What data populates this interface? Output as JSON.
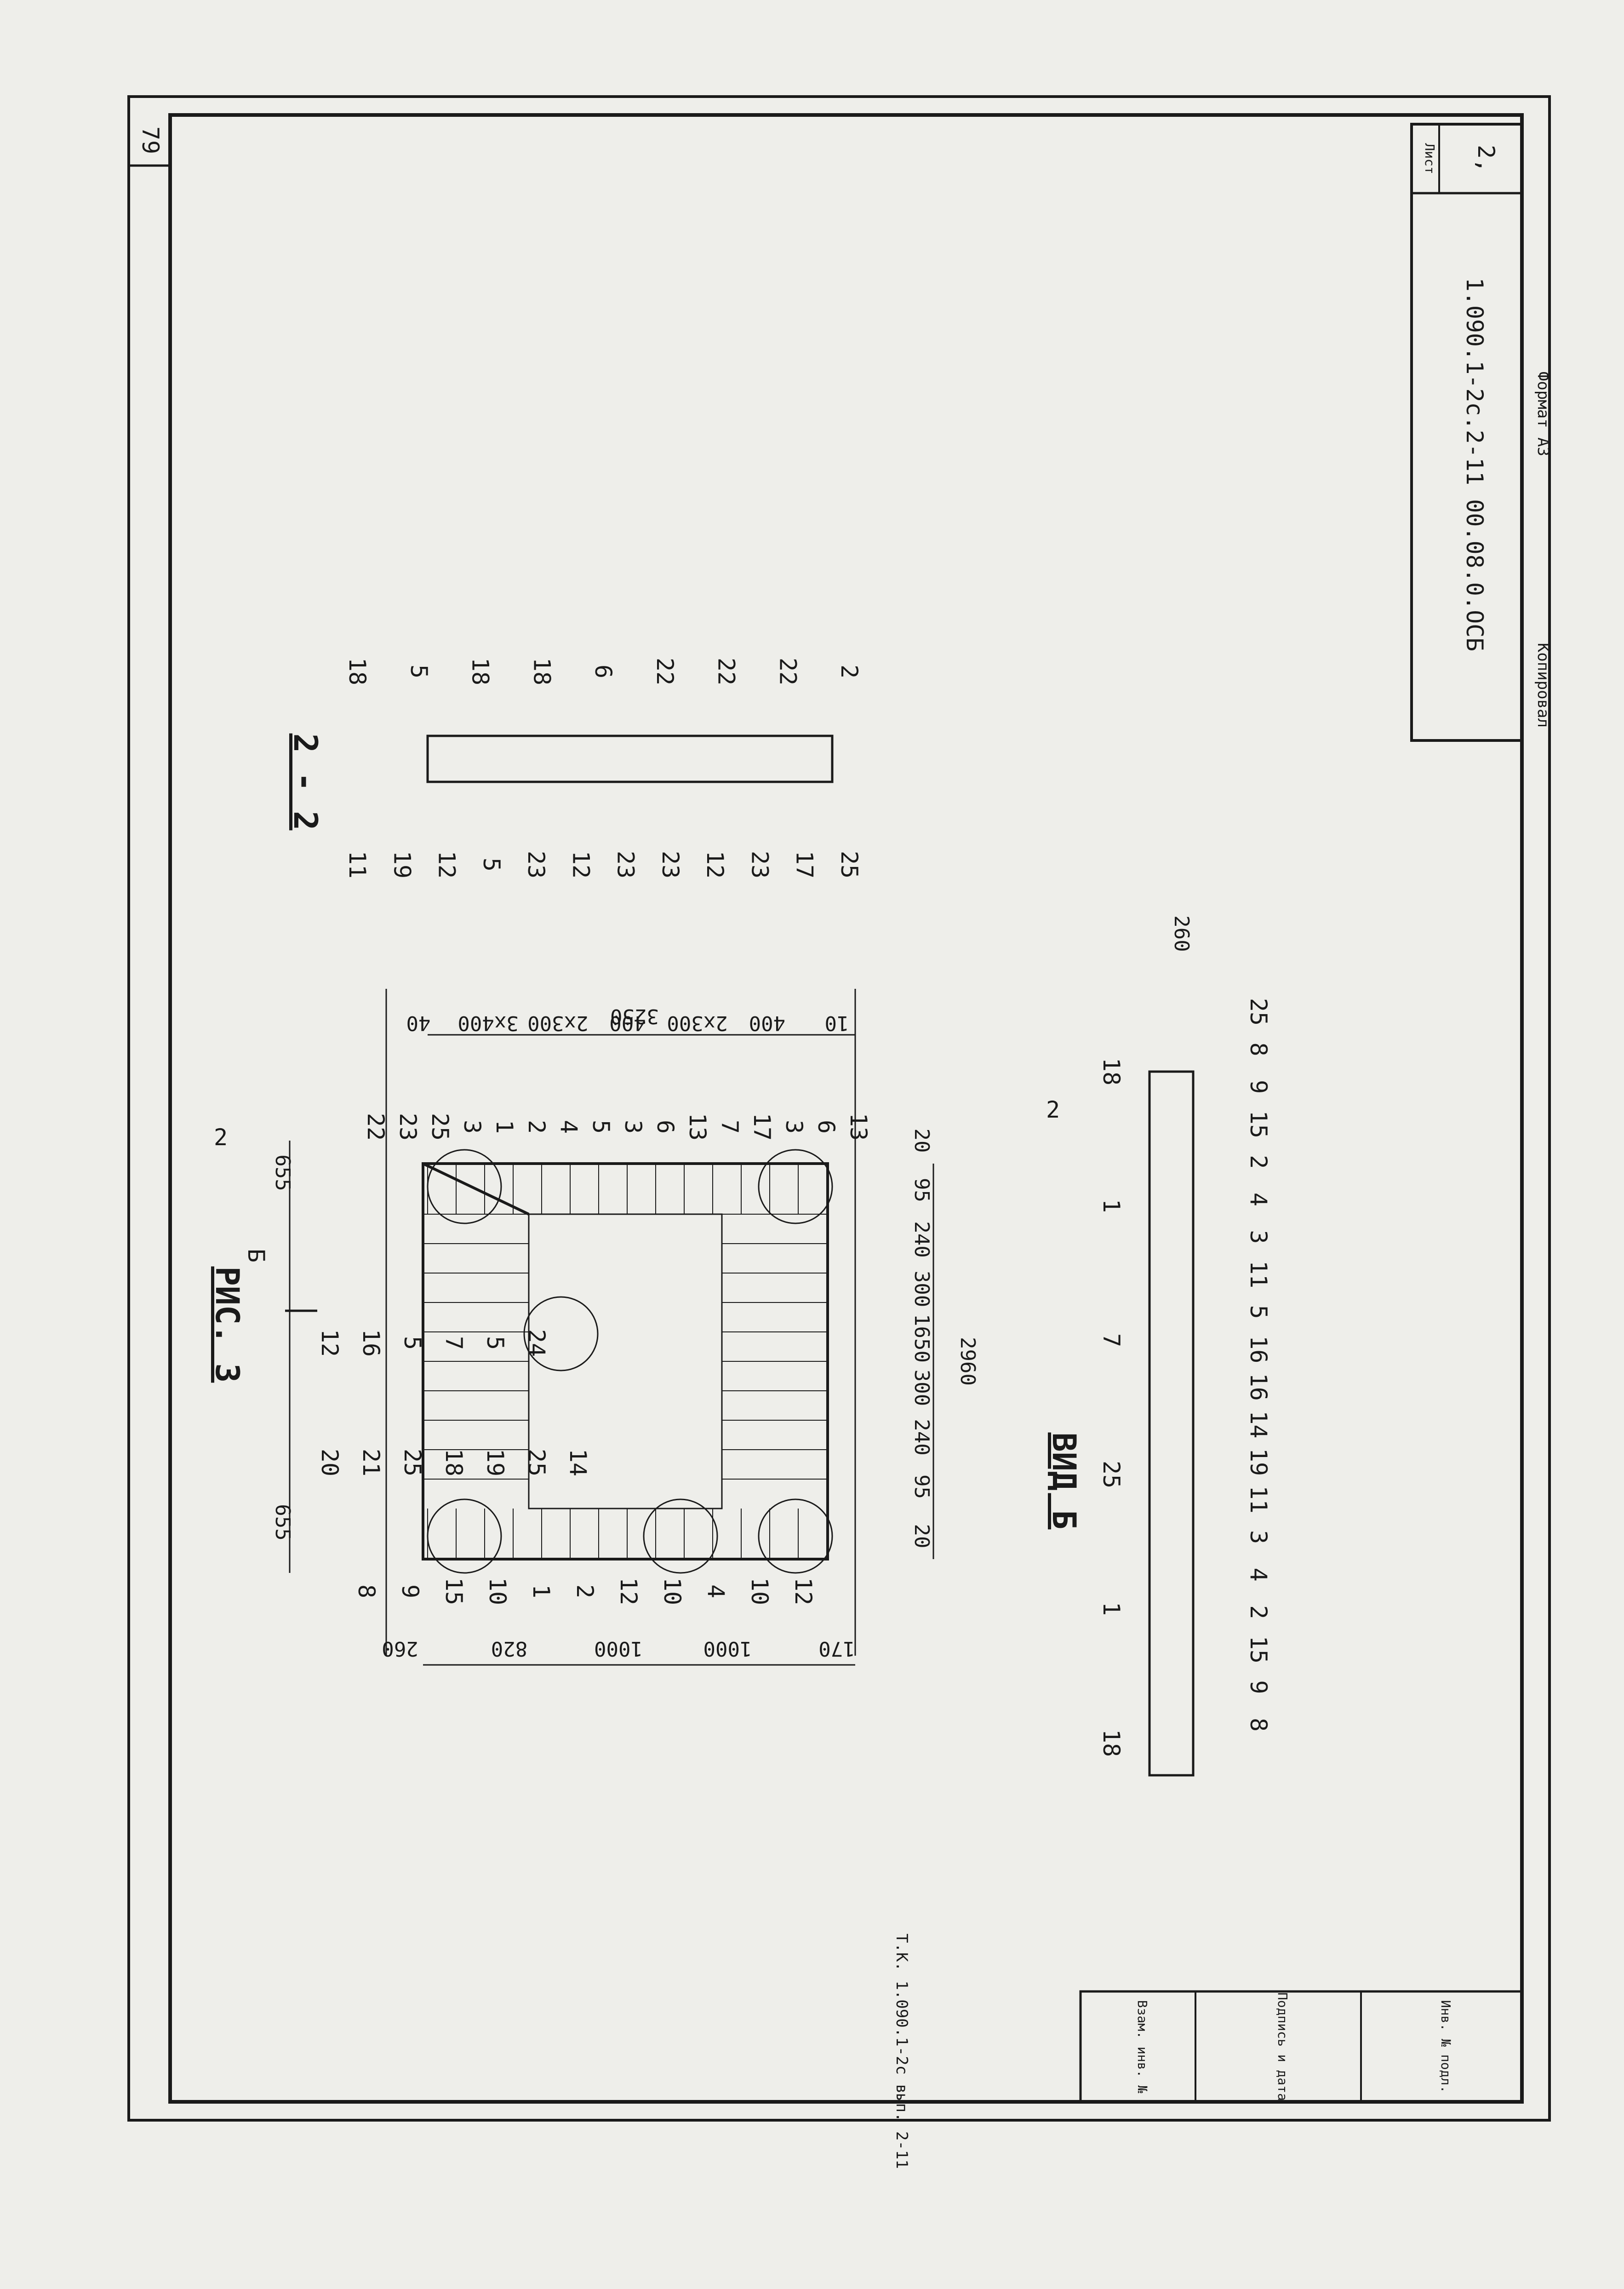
{
  "sheet": {
    "page_number": "79",
    "doc_code": "1.090.1-2с.2-11 00.08.0.ОСБ",
    "sheet_label": "Лист",
    "sheet_number": "2,",
    "copied_label": "Копировал",
    "format_label": "Формат А3",
    "series_note": "Т.К. 1.090.1-2с вып. 2-11",
    "stamp": {
      "inv_orig": "Инв. № подл.",
      "signature_date": "Подпись и дата",
      "inv_swap": "Взам. инв. №"
    }
  },
  "fig": {
    "title": "РИС. 3",
    "view_arrow": "Б",
    "section_mark": "2",
    "dims_top": [
      "260",
      "820",
      "1000",
      "1000",
      "170"
    ],
    "dims_bottom": [
      "40",
      "3х400",
      "2х300",
      "400",
      "2х300",
      "400",
      "10"
    ],
    "overall_bottom": "3250",
    "dims_right": [
      "20",
      "95",
      "240",
      "300",
      "1650",
      "300",
      "240",
      "95",
      "20"
    ],
    "overall_right": "2960",
    "dims_left": [
      "655",
      "655"
    ],
    "callouts": [
      "8",
      "9",
      "15",
      "10",
      "1",
      "2",
      "12",
      "10",
      "4",
      "10",
      "12",
      "20",
      "21",
      "25",
      "18",
      "19",
      "25",
      "14",
      "12",
      "16",
      "5",
      "7",
      "5",
      "24",
      "22",
      "23",
      "25",
      "3",
      "1",
      "2",
      "4",
      "5",
      "3",
      "6",
      "13",
      "7",
      "17",
      "3",
      "6",
      "13"
    ]
  },
  "section22": {
    "title": "2 - 2",
    "callouts_top": [
      "18",
      "5",
      "18",
      "18",
      "6",
      "22",
      "22",
      "22",
      "2"
    ],
    "callouts_bottom": [
      "11",
      "19",
      "12",
      "5",
      "23",
      "12",
      "23",
      "23",
      "12",
      "23",
      "17",
      "25"
    ]
  },
  "viewB": {
    "title": "ВИД Б",
    "dim": "260",
    "callouts_top": [
      "18",
      "1",
      "25",
      "7",
      "1",
      "18"
    ],
    "callouts_bottom": [
      "8",
      "9",
      "15",
      "2",
      "4",
      "3",
      "11",
      "19",
      "14",
      "16",
      "16",
      "5",
      "11",
      "3",
      "4",
      "2",
      "15",
      "9",
      "8",
      "25"
    ]
  }
}
